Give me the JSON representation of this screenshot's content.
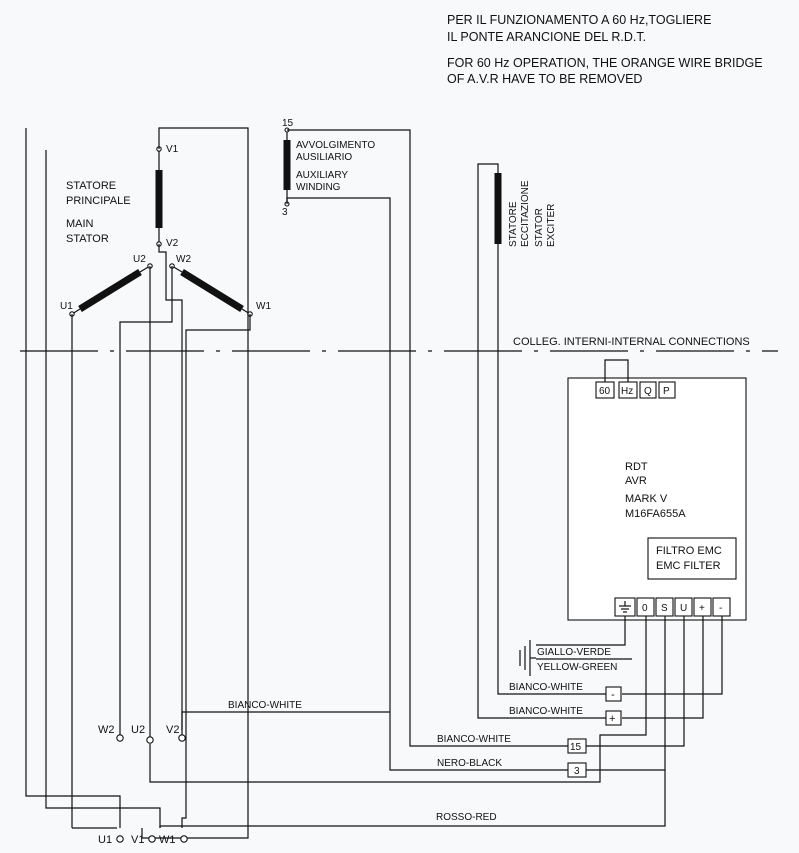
{
  "notes": {
    "it_line1": "PER IL FUNZIONAMENTO A 60 Hz,TOGLIERE",
    "it_line2": "IL PONTE ARANCIONE  DEL R.D.T.",
    "en_line1": "FOR 60 Hz OPERATION, THE ORANGE WIRE BRIDGE",
    "en_line2": "OF A.V.R HAVE TO BE REMOVED"
  },
  "main_stator": {
    "label_it_1": "STATORE",
    "label_it_2": "PRINCIPALE",
    "label_en_1": "MAIN",
    "label_en_2": "STATOR",
    "v1": "V1",
    "v2": "V2",
    "u1": "U1",
    "u2": "U2",
    "w1": "W1",
    "w2": "W2"
  },
  "aux_winding": {
    "top_num": "15",
    "bottom_num": "3",
    "label_it_1": "AVVOLGIMENTO",
    "label_it_2": "AUSILIARIO",
    "label_en_1": "AUXILIARY",
    "label_en_2": "WINDING"
  },
  "exciter": {
    "line1": "STATORE",
    "line2": "ECCITAZIONE",
    "line3": "STATOR",
    "line4": "EXCITER"
  },
  "internal_connections": "COLLEG. INTERNI-INTERNAL CONNECTIONS",
  "avr": {
    "top_terminals": [
      "60",
      "Hz",
      "Q",
      "P"
    ],
    "line1": "RDT",
    "line2": "AVR",
    "line3": "MARK V",
    "line4": "M16FA655A",
    "filter_line1": "FILTRO EMC",
    "filter_line2": "EMC FILTER",
    "bottom_terminals": [
      "0",
      "S",
      "U",
      "+",
      "-"
    ]
  },
  "ground": {
    "label_it": "GIALLO-VERDE",
    "label_en": "YELLOW-GREEN"
  },
  "wires": {
    "bianco_minus": "BIANCO-WHITE",
    "bianco_plus": "BIANCO-WHITE",
    "bianco_15": "BIANCO-WHITE",
    "nero": "NERO-BLACK",
    "rosso": "ROSSO-RED",
    "bianco_main": "BIANCO-WHITE"
  },
  "tags": {
    "minus": "-",
    "plus": "+",
    "fifteen": "15",
    "three": "3"
  },
  "terminals_mid": {
    "w2": "W2",
    "u2": "U2",
    "v2": "V2"
  },
  "terminals_out": {
    "u1": "U1",
    "v1": "V1",
    "w1": "W1"
  }
}
